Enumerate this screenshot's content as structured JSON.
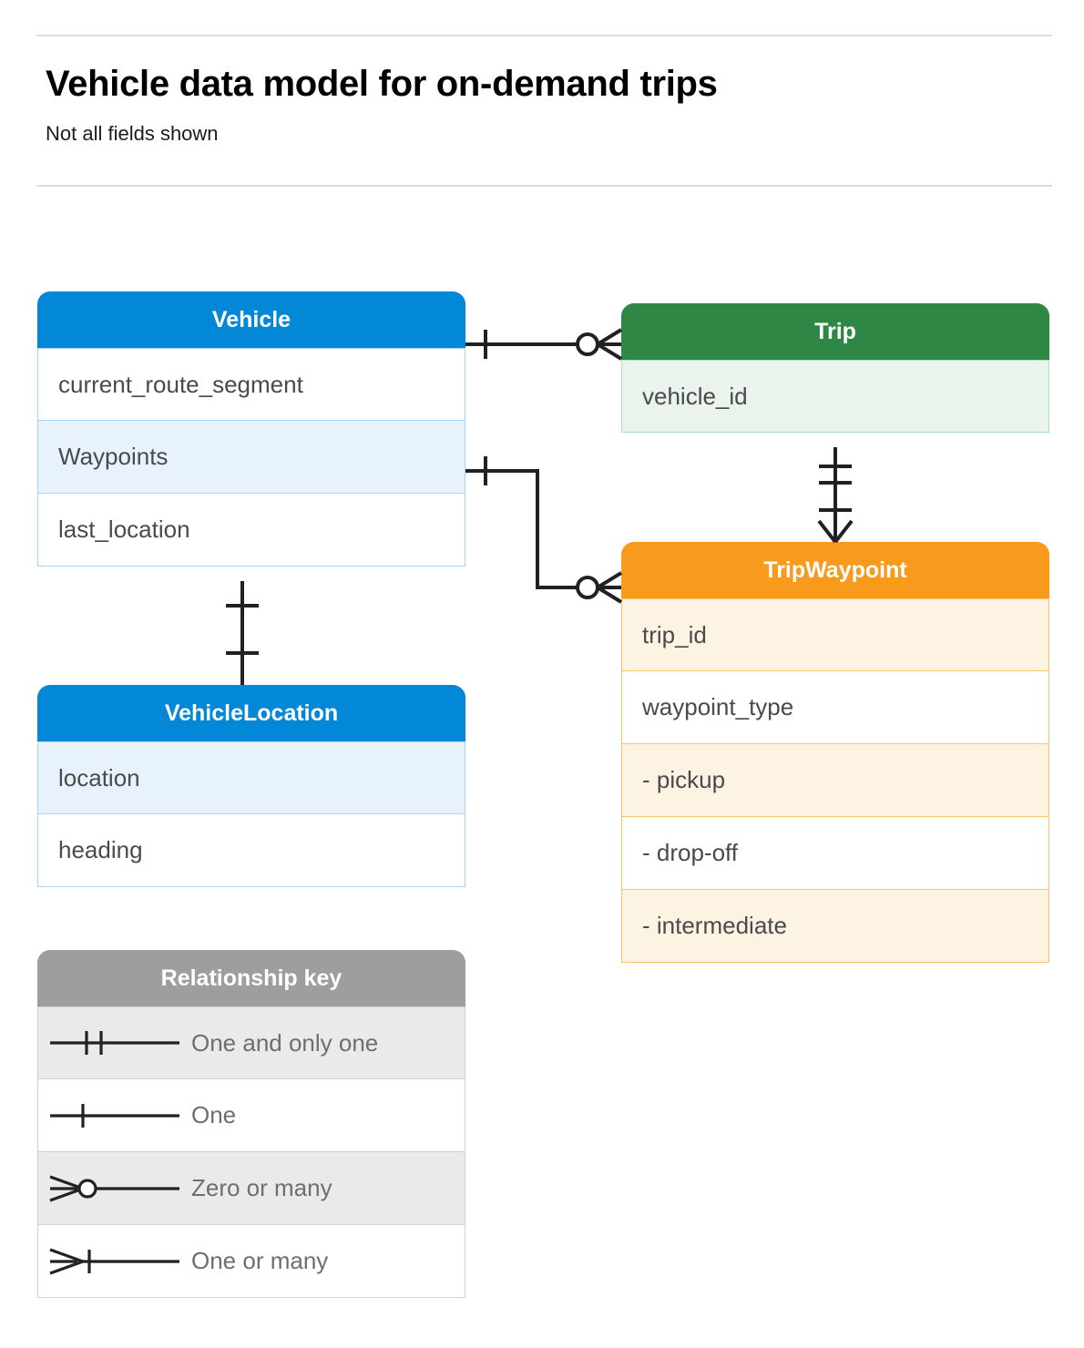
{
  "header": {
    "title": "Vehicle data model for on-demand trips",
    "subtitle": "Not all fields shown"
  },
  "colors": {
    "vehicle": "#0288d6",
    "vehicle_row_alt": "#e8f2fd",
    "vehicle_border": "#a8d5f5",
    "trip": "#2e8745",
    "trip_row_alt": "#eaf4ed",
    "trip_border": "#b5ddc0",
    "trip_waypoint": "#f89a1c",
    "trip_waypoint_row_alt": "#fdf3e2",
    "trip_waypoint_border": "#f8c668",
    "legend_header": "#9e9e9e",
    "legend_row_alt": "#eaeaea",
    "line": "#202124",
    "text": "#4a4a4a",
    "rule": "#dadce0"
  },
  "entities": [
    {
      "id": "vehicle",
      "name": "Vehicle",
      "theme": "blue",
      "fields": [
        {
          "label": "current_route_segment",
          "shaded": false
        },
        {
          "label": "Waypoints",
          "shaded": true
        },
        {
          "label": "last_location",
          "shaded": false
        }
      ]
    },
    {
      "id": "vehicle-location",
      "name": "VehicleLocation",
      "theme": "blue",
      "fields": [
        {
          "label": "location",
          "shaded": true
        },
        {
          "label": "heading",
          "shaded": false
        }
      ]
    },
    {
      "id": "trip",
      "name": "Trip",
      "theme": "green",
      "fields": [
        {
          "label": "vehicle_id",
          "shaded": true
        }
      ]
    },
    {
      "id": "trip-waypoint",
      "name": "TripWaypoint",
      "theme": "orange",
      "fields": [
        {
          "label": "trip_id",
          "shaded": true
        },
        {
          "label": "waypoint_type",
          "shaded": false
        },
        {
          "label": "-  pickup",
          "shaded": true
        },
        {
          "label": "-  drop-off",
          "shaded": false
        },
        {
          "label": "-  intermediate",
          "shaded": true
        }
      ]
    }
  ],
  "legend": {
    "title": "Relationship key",
    "items": [
      {
        "symbol": "one-and-only-one-icon",
        "label": "One and only one",
        "shaded": true
      },
      {
        "symbol": "one-icon",
        "label": "One",
        "shaded": false
      },
      {
        "symbol": "zero-or-many-icon",
        "label": "Zero or many",
        "shaded": true
      },
      {
        "symbol": "one-or-many-icon",
        "label": "One or many",
        "shaded": false
      }
    ]
  },
  "relationships": [
    {
      "id": "vehicle-to-trip",
      "from": "Vehicle",
      "to": "Trip",
      "from_cardinality": "One",
      "to_cardinality": "Zero or many"
    },
    {
      "id": "vehicle-waypoints-to-trip-waypoint",
      "from": "Vehicle.Waypoints",
      "to": "TripWaypoint",
      "from_cardinality": "One",
      "to_cardinality": "Zero or many"
    },
    {
      "id": "vehicle-to-vehicle-location",
      "from": "Vehicle",
      "to": "VehicleLocation",
      "from_cardinality": "One",
      "to_cardinality": "One"
    },
    {
      "id": "trip-to-trip-waypoint",
      "from": "Trip",
      "to": "TripWaypoint",
      "from_cardinality": "One and only one",
      "to_cardinality": "One or many"
    }
  ]
}
